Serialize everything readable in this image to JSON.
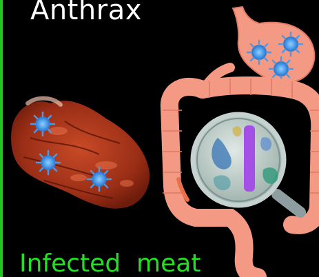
{
  "title": "Anthrax",
  "caption": "Infected  meat",
  "colors": {
    "background": "#000000",
    "border": "#1fc71f",
    "title": "#ffffff",
    "caption": "#22e022",
    "meat": "#a8381c",
    "intestine": "#f49a84",
    "bacteria": "#4a9ae8"
  },
  "icons": [
    "infected-meat",
    "bacteria",
    "stomach",
    "intestines",
    "magnifying-glass"
  ]
}
